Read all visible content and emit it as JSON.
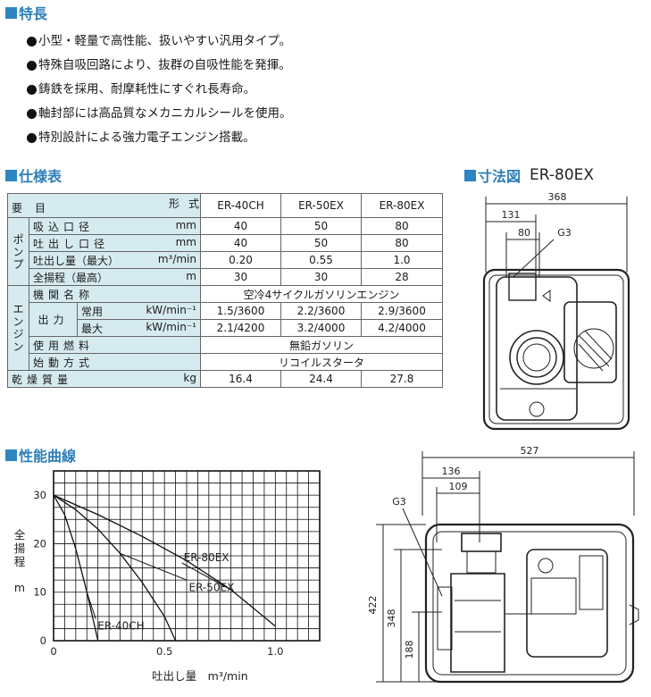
{
  "features": {
    "title": "特長",
    "items": [
      "小型・軽量で高性能、扱いやすい汎用タイプ。",
      "特殊自吸回路により、抜群の自吸性能を発揮。",
      "鋳鉄を採用、耐摩耗性にすぐれ長寿命。",
      "軸封部には高品質なメカニカルシールを使用。",
      "特別設計による強力電子エンジン搭載。"
    ]
  },
  "specs": {
    "title": "仕様表",
    "header": {
      "model_label": "形式",
      "item_label": "要目",
      "models": [
        "ER-40CH",
        "ER-50EX",
        "ER-80EX"
      ]
    },
    "pump_group": "ポンプ",
    "engine_group": "エンジン",
    "rows": {
      "suction_bore": {
        "label": "吸込口径",
        "unit": "mm",
        "values": [
          "40",
          "50",
          "80"
        ]
      },
      "discharge_bore": {
        "label": "吐出し口径",
        "unit": "mm",
        "values": [
          "40",
          "50",
          "80"
        ]
      },
      "max_flow": {
        "label": "吐出し量（最大）",
        "unit": "m³/min",
        "values": [
          "0.20",
          "0.55",
          "1.0"
        ]
      },
      "max_head": {
        "label": "全揚程（最高）",
        "unit": "m",
        "values": [
          "30",
          "30",
          "28"
        ]
      },
      "engine_name": {
        "label": "機関名称",
        "value": "空冷4サイクルガソリンエンジン"
      },
      "output": {
        "label": "出力",
        "continuous": {
          "label": "常用",
          "unit": "kW/min⁻¹",
          "values": [
            "1.5/3600",
            "2.2/3600",
            "2.9/3600"
          ]
        },
        "maximum": {
          "label": "最大",
          "unit": "kW/min⁻¹",
          "values": [
            "2.1/4200",
            "3.2/4000",
            "4.2/4000"
          ]
        }
      },
      "fuel": {
        "label": "使用燃料",
        "value": "無鉛ガソリン"
      },
      "starting": {
        "label": "始動方式",
        "value": "リコイルスタータ"
      },
      "dry_weight": {
        "label": "乾燥質量",
        "unit": "kg",
        "values": [
          "16.4",
          "24.4",
          "27.8"
        ]
      }
    }
  },
  "dimensions": {
    "title": "寸法図",
    "model": "ER-80EX",
    "front": {
      "width": "368",
      "outlet_offset": "131",
      "outlet_width": "80",
      "port": "G3"
    },
    "side": {
      "length": "527",
      "outlet_offset": "136",
      "outlet_width": "109",
      "port": "G3",
      "height": "422",
      "outlet_height": "348",
      "inlet_height": "188"
    }
  },
  "performance": {
    "title": "性能曲線",
    "colors": {
      "grid": "#111111",
      "curve": "#111111"
    }
  },
  "chart_data": {
    "type": "line",
    "title": "",
    "xlabel": "吐出し量　m³/min",
    "ylabel": "全揚程 m",
    "xlim": [
      0,
      1.2
    ],
    "ylim": [
      0,
      35
    ],
    "x_ticks": [
      "0",
      "0.5",
      "1.0"
    ],
    "y_ticks": [
      "0",
      "10",
      "20",
      "30"
    ],
    "grid": true,
    "series": [
      {
        "name": "ER-80EX",
        "x": [
          0,
          0.2,
          0.4,
          0.6,
          0.8,
          1.0
        ],
        "y": [
          30,
          26,
          21.5,
          16.5,
          10.5,
          3
        ]
      },
      {
        "name": "ER-50EX",
        "x": [
          0,
          0.1,
          0.2,
          0.3,
          0.4,
          0.5,
          0.55
        ],
        "y": [
          30,
          27,
          23,
          18,
          12,
          5,
          0
        ]
      },
      {
        "name": "ER-40CH",
        "x": [
          0,
          0.05,
          0.1,
          0.15,
          0.2
        ],
        "y": [
          30,
          26,
          19,
          10,
          0
        ]
      }
    ]
  }
}
